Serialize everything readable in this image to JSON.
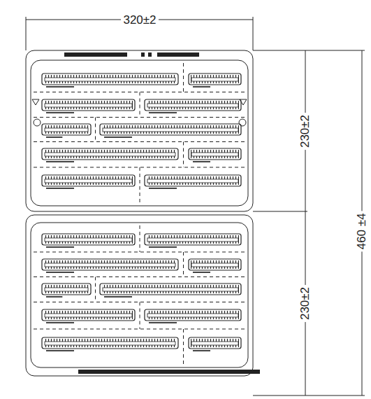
{
  "diagram": {
    "labels": [
      "320±2",
      "230±2",
      "460 ±4",
      "230±2"
    ]
  }
}
